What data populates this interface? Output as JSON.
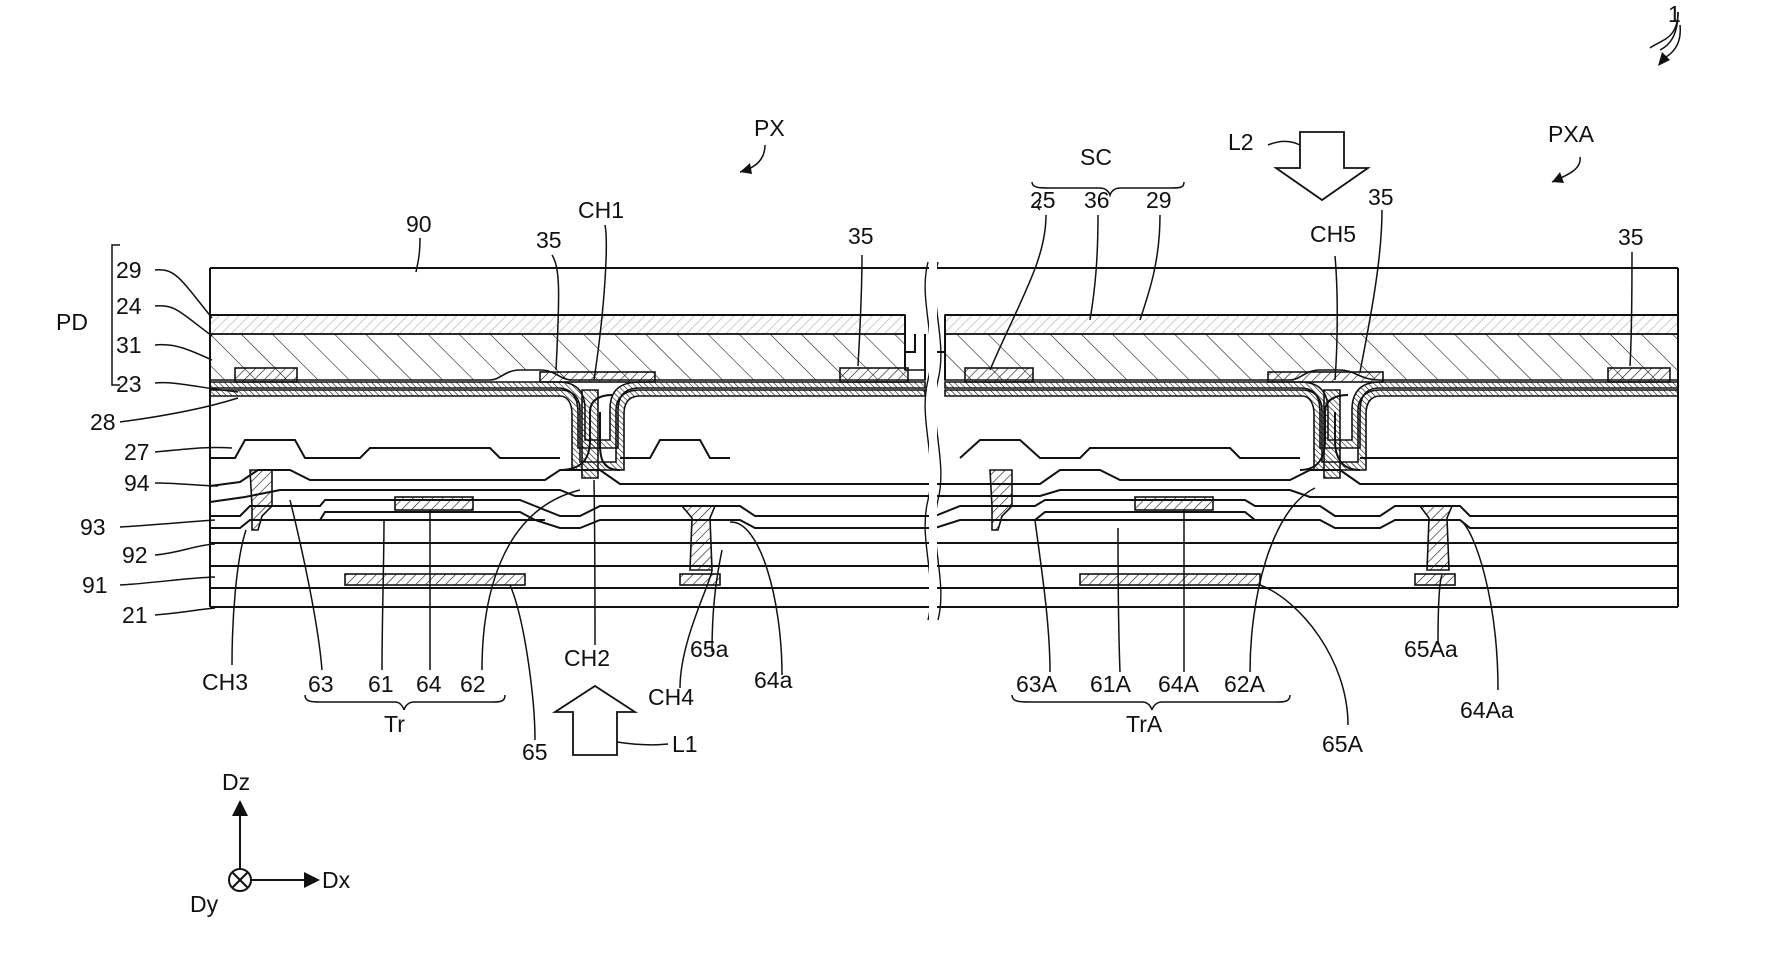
{
  "figure": {
    "ref_device": "1",
    "regions": {
      "px": "PX",
      "pxa": "PXA",
      "sc": "SC"
    },
    "pd_label": "PD",
    "layers_left": [
      "29",
      "24",
      "31",
      "23",
      "28",
      "27",
      "94",
      "93",
      "92",
      "91",
      "21"
    ],
    "top_labels": {
      "l90": "90",
      "ch1": "CH1",
      "a35_1": "35",
      "a35_2": "35",
      "s25": "25",
      "s36": "36",
      "s29": "29",
      "ch5": "CH5",
      "a35_3": "35",
      "a35_4": "35"
    },
    "bottom_labels": {
      "ch3": "CH3",
      "l63": "63",
      "l61": "61",
      "l64": "64",
      "l62": "62",
      "tr": "Tr",
      "l65": "65",
      "ch2": "CH2",
      "ch4": "CH4",
      "l65a": "65a",
      "l64a": "64a",
      "l63A": "63A",
      "l61A": "61A",
      "l64A": "64A",
      "l62A": "62A",
      "trA": "TrA",
      "l65A": "65A",
      "l65Aa": "65Aa",
      "l64Aa": "64Aa"
    },
    "light": {
      "l1": "L1",
      "l2": "L2"
    },
    "axes": {
      "dz": "Dz",
      "dx": "Dx",
      "dy": "Dy"
    }
  }
}
